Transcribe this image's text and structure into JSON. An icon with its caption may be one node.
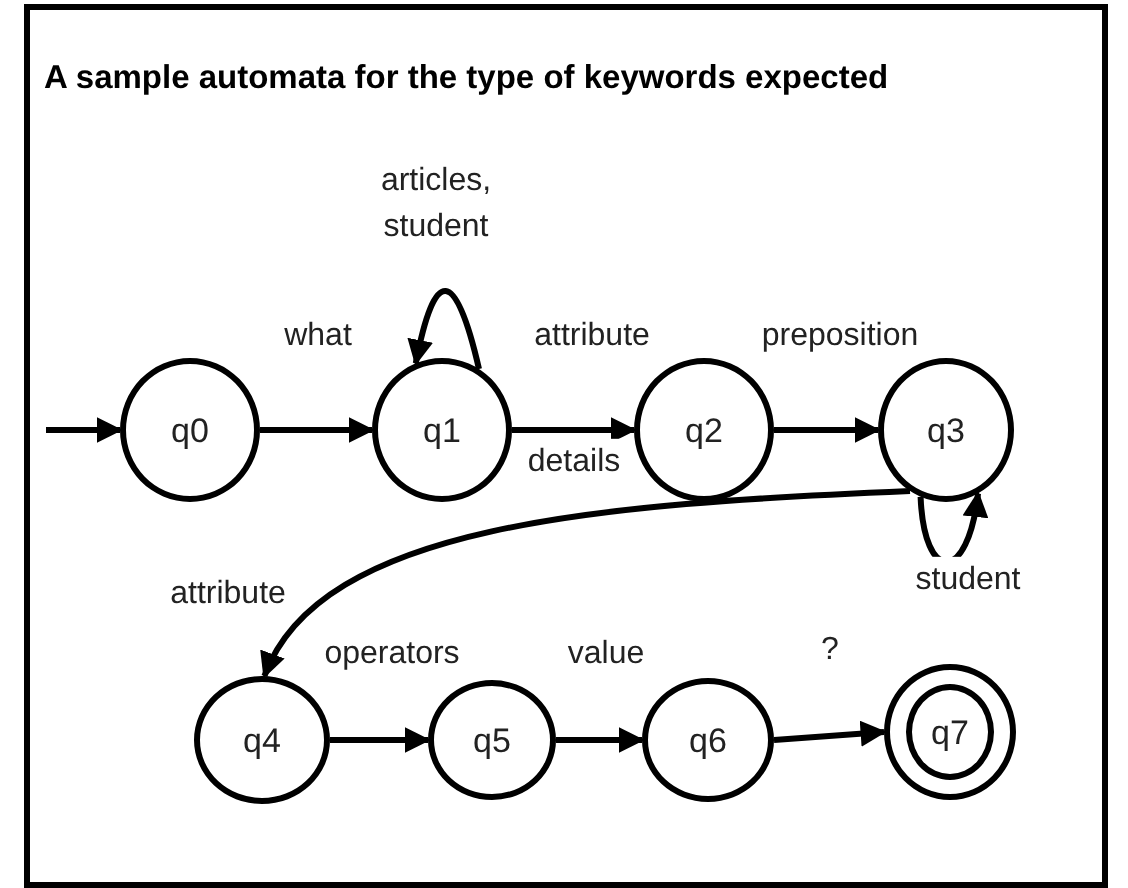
{
  "diagram": {
    "title": "A sample automata for the type of keywords expected",
    "nodes": [
      {
        "text": [
          "q0"
        ]
      },
      {
        "text": [
          "q1"
        ]
      },
      {
        "text": [
          "q2"
        ]
      },
      {
        "text": [
          "q3"
        ]
      },
      {
        "text": [
          "q4"
        ]
      },
      {
        "text": [
          "q5"
        ]
      },
      {
        "text": [
          "q6"
        ]
      },
      {
        "text": [],
        "shape": "circle"
      },
      {
        "text": [
          "q7"
        ],
        "in": 7
      }
    ],
    "edges": [
      {
        "from": null,
        "to": 0,
        "arrow": "to"
      },
      {
        "from": 0,
        "to": 1,
        "arrow": "to",
        "label": "what"
      },
      {
        "from": 1,
        "to": 1,
        "arrow": "to",
        "label": "articles, student"
      },
      {
        "from": 1,
        "to": 2,
        "arrow": "to",
        "label": "attribute"
      },
      {
        "from": 2,
        "to": 3,
        "arrow": "to",
        "label": "preposition"
      },
      {
        "from": 3,
        "to": 3,
        "arrow": "to",
        "label": "student"
      },
      {
        "from": 3,
        "to": 4,
        "arrow": "to",
        "label": "attribute"
      },
      {
        "from": 4,
        "to": 5,
        "arrow": "to",
        "label": "operators"
      },
      {
        "from": 5,
        "to": 6,
        "arrow": "to",
        "label": "value"
      },
      {
        "from": 6,
        "to": 7,
        "arrow": "to",
        "label": "?"
      }
    ],
    "labels": [
      "details"
    ]
  }
}
